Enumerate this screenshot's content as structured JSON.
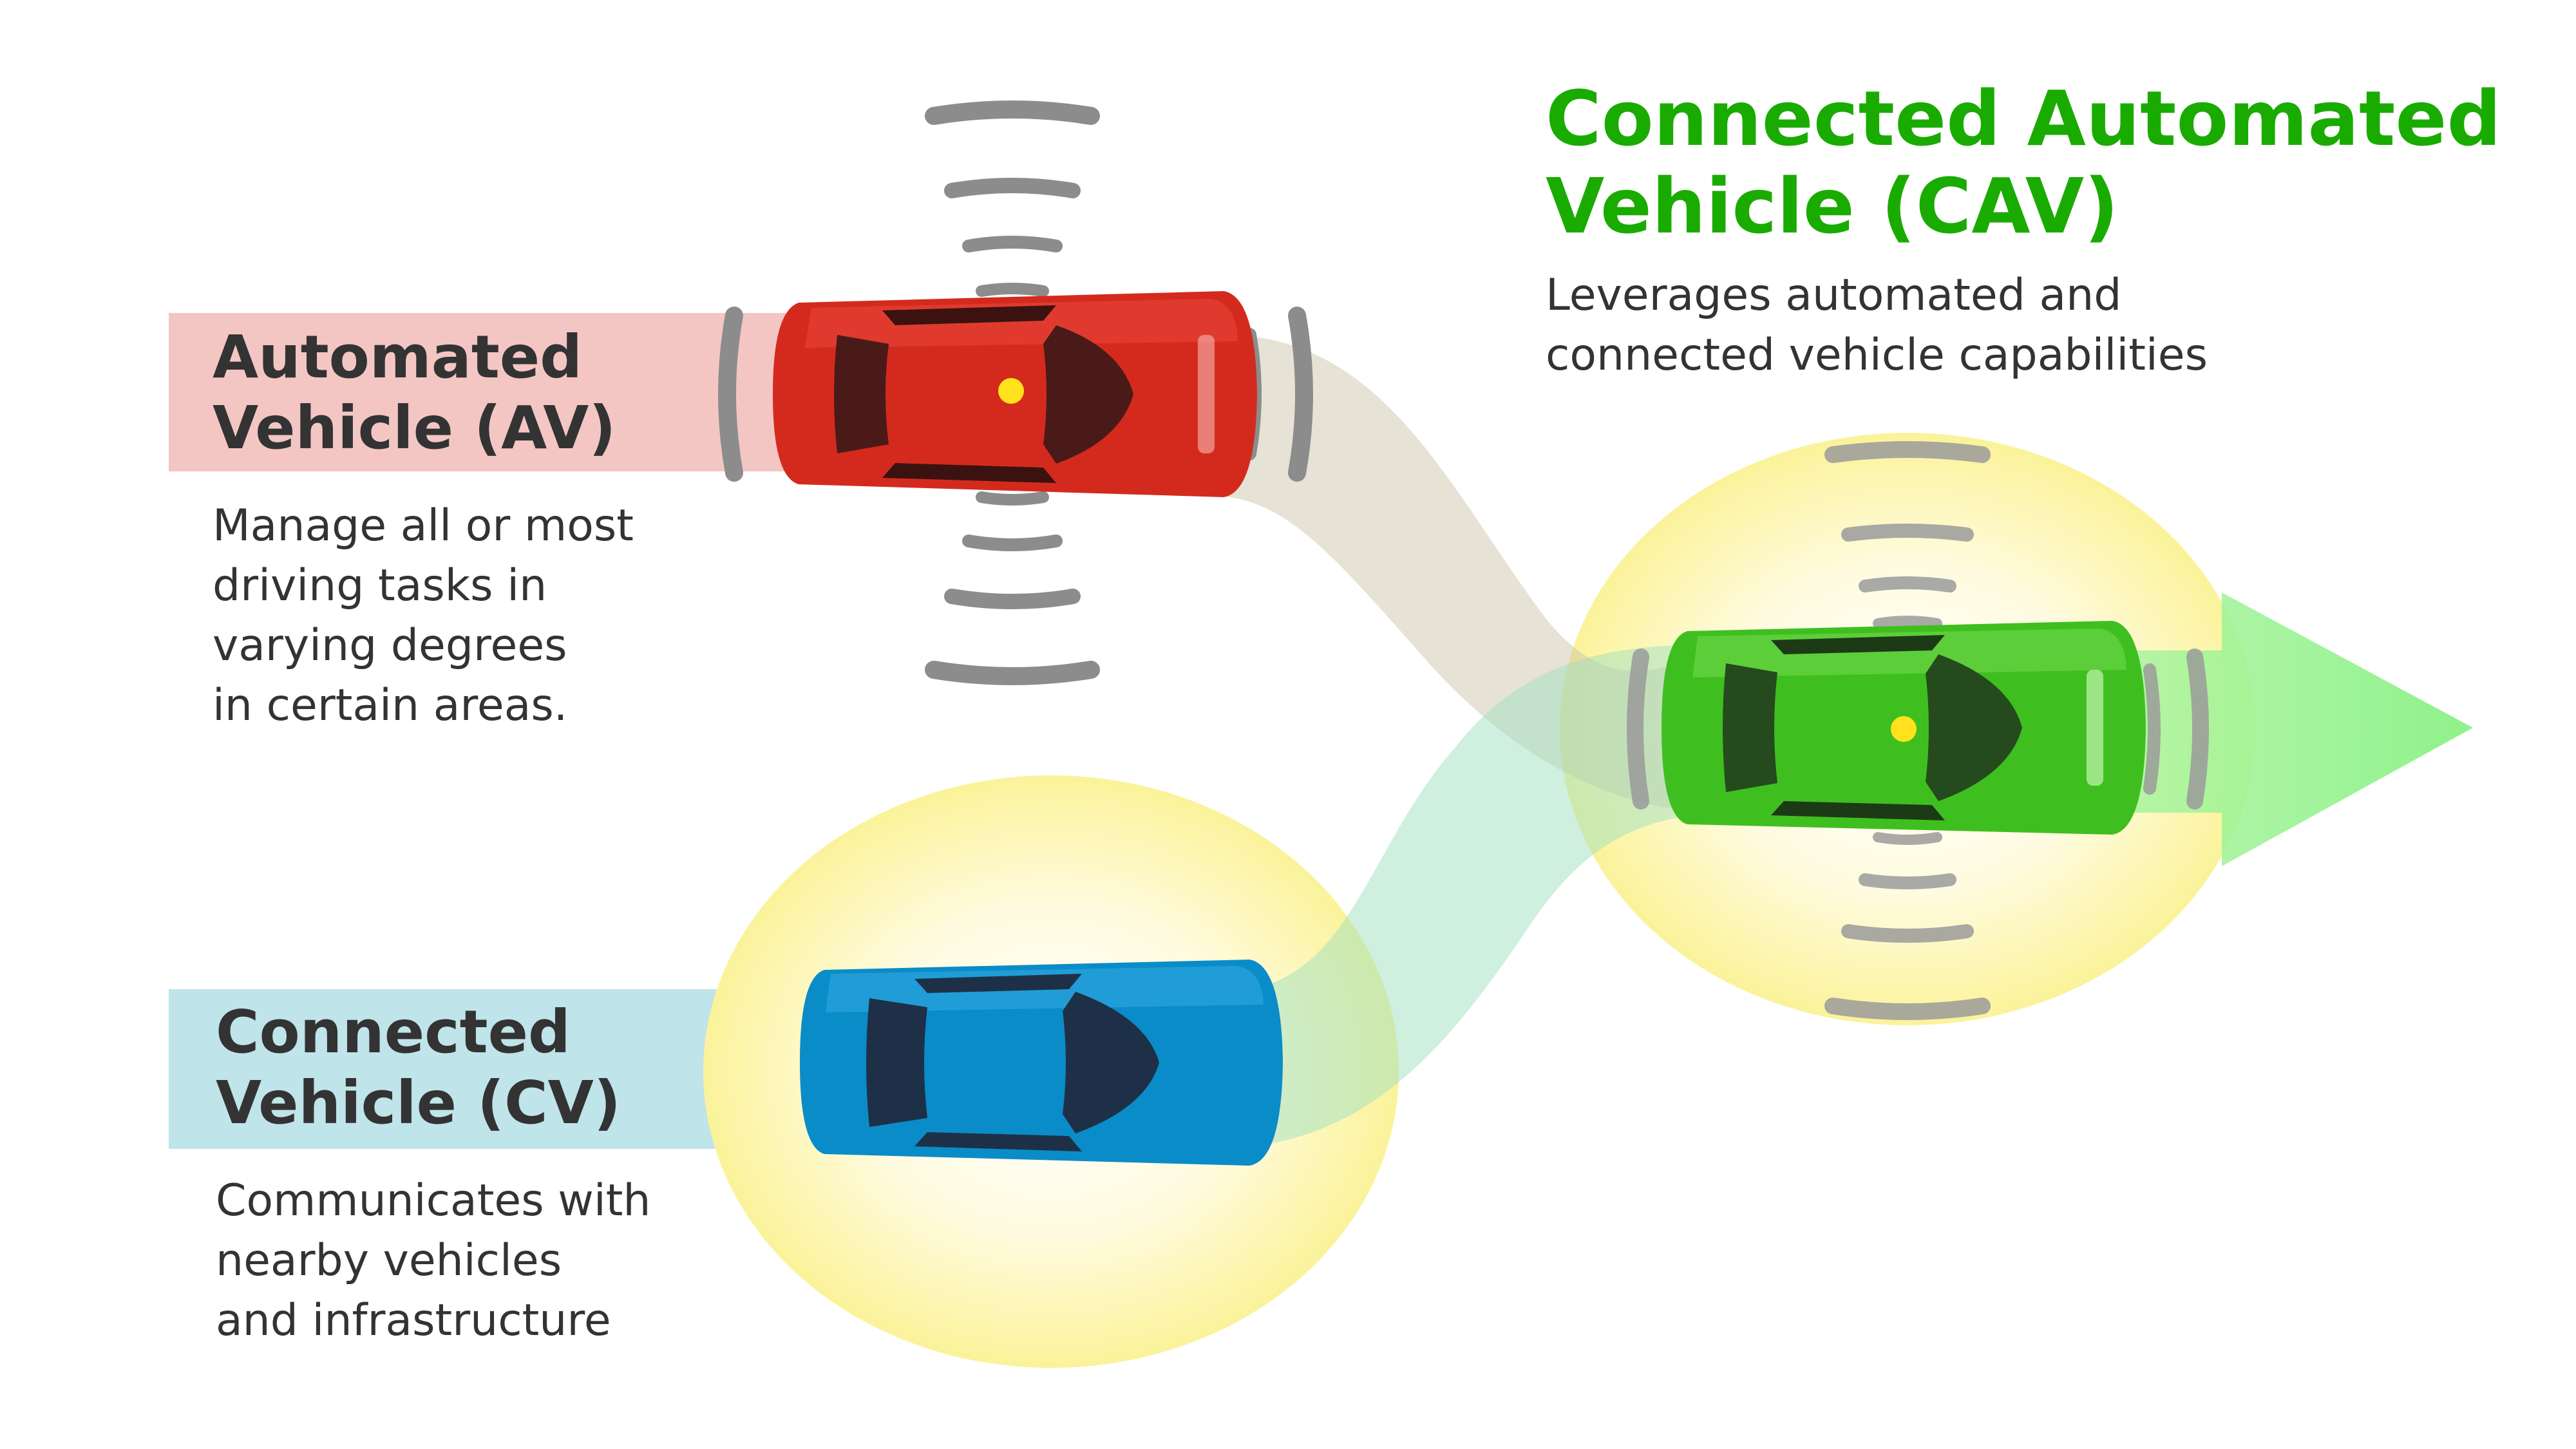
{
  "colors": {
    "av_band": "#f3c6c4",
    "cv_band": "#bfe4ea",
    "cav_title": "#1aab00",
    "text": "#333333",
    "av_car": "#d42a1e",
    "cv_car": "#0a8cc8",
    "cav_car": "#3fbf1f",
    "halo": "#fbf39a",
    "sensor_wave": "#8c8c8c",
    "arrow": "#8ff28a"
  },
  "icons": {
    "av_car": "red-car-topview-icon",
    "cv_car": "blue-car-topview-icon",
    "cav_car": "green-car-topview-icon",
    "sensor_waves": "sensor-wave-icon",
    "connectivity_halo": "connectivity-halo-icon",
    "merge_arrow": "arrow-right-icon"
  },
  "av": {
    "title": "Automated\nVehicle (AV)",
    "description": "Manage all or most\ndriving tasks in\nvarying degrees\nin certain areas."
  },
  "cv": {
    "title": "Connected\nVehicle (CV)",
    "description": "Communicates with\nnearby vehicles\nand infrastructure"
  },
  "cav": {
    "title": "Connected Automated\nVehicle (CAV)",
    "description": "Leverages automated and\nconnected vehicle capabilities"
  }
}
